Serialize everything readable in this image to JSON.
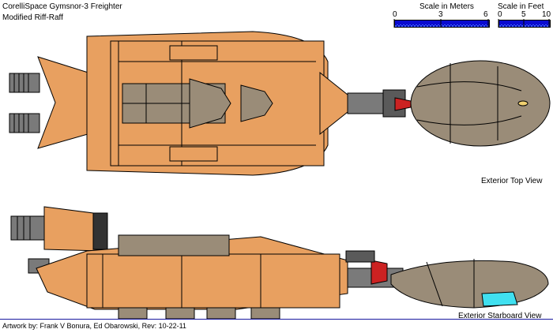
{
  "title": {
    "line1": "CorelliSpace Gymsnor-3 Freighter",
    "line2": "Modified Riff-Raff"
  },
  "scale_meters": {
    "label": "Scale in Meters",
    "ticks": [
      "0",
      "3",
      "6"
    ]
  },
  "scale_feet": {
    "label": "Scale in Feet",
    "ticks": [
      "0",
      "5",
      "10"
    ]
  },
  "views": {
    "top": "Exterior Top View",
    "starboard": "Exterior Starboard View"
  },
  "credit": "Artwork by: Frank V Bonura, Ed Obarowski, Rev: 10-22-11",
  "colors": {
    "hull": "#e8a060",
    "hull_dark": "#c07838",
    "cockpit": "#9a8c78",
    "engine": "#7a7a7a",
    "scale_bar": "#1a1aff",
    "outline": "#000000"
  }
}
